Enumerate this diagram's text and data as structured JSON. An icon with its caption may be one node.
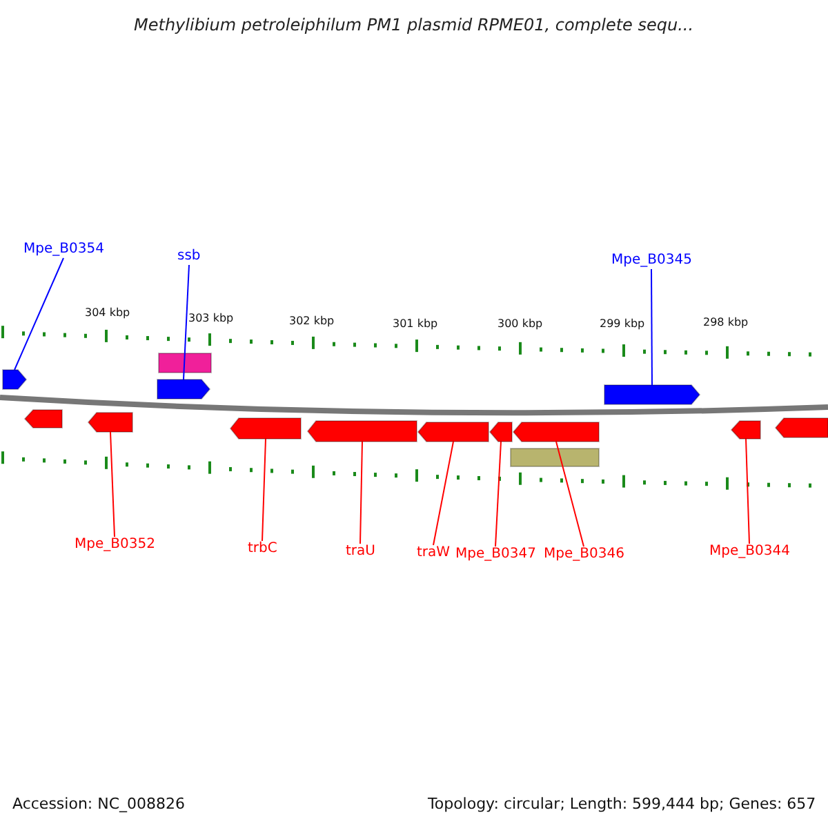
{
  "diagram": {
    "title": "Methylibium petroleiphilum PM1 plasmid RPME01, complete sequ...",
    "nodes": [
      {
        "text": [
          "Mpe_B0354"
        ]
      },
      {
        "text": [
          "ssb"
        ]
      },
      {
        "text": [
          "Mpe_B0345"
        ]
      },
      {
        "text": [],
        "shape": "bar"
      },
      {
        "text": [],
        "shape": "pentagon"
      },
      {
        "text": [],
        "shape": "pentagon"
      },
      {
        "text": [],
        "shape": "pentagon"
      },
      {
        "text": [],
        "shape": "pentagon"
      },
      {
        "text": [],
        "shape": "pentagon"
      },
      {
        "text": [],
        "shape": "pentagon"
      },
      {
        "text": [],
        "shape": "pentagon"
      },
      {
        "text": [],
        "shape": "pentagon"
      },
      {
        "text": [],
        "shape": "pentagon"
      },
      {
        "text": [],
        "shape": "pentagon"
      },
      {
        "text": [],
        "shape": "pentagon"
      },
      {
        "text": [],
        "shape": "pentagon"
      },
      {
        "text": [],
        "shape": "bar"
      },
      {
        "text": [
          "Mpe_B0352"
        ]
      },
      {
        "text": [
          "trbC"
        ]
      },
      {
        "text": [
          "traU"
        ]
      },
      {
        "text": [
          "traW"
        ]
      },
      {
        "text": [
          "Mpe_B0347"
        ]
      },
      {
        "text": [
          "Mpe_B0346"
        ]
      },
      {
        "text": [
          "Mpe_B0344"
        ]
      }
    ],
    "edges": [
      {
        "from": 0,
        "to": 4,
        "arrow": "none",
        "color": "#0000ff"
      },
      {
        "from": 1,
        "to": 5,
        "arrow": "none",
        "color": "#0000ff"
      },
      {
        "from": 2,
        "to": 6,
        "arrow": "none",
        "color": "#0000ff"
      },
      {
        "from": 17,
        "to": 8,
        "arrow": "none"
      },
      {
        "from": 18,
        "to": 9,
        "arrow": "none"
      },
      {
        "from": 19,
        "to": 10,
        "arrow": "none"
      },
      {
        "from": 20,
        "to": 11,
        "arrow": "none"
      },
      {
        "from": 21,
        "to": 12,
        "arrow": "none"
      },
      {
        "from": 22,
        "to": 13,
        "arrow": "none"
      },
      {
        "from": 23,
        "to": 14,
        "arrow": "none"
      }
    ],
    "labels": [
      "304 kbp",
      "303 kbp",
      "302 kbp",
      "301 kbp",
      "300 kbp",
      "299 kbp",
      "298 kbp",
      "Accession: NC_008826",
      "Topology: circular; Length: 599,444 bp; Genes: 657"
    ]
  }
}
